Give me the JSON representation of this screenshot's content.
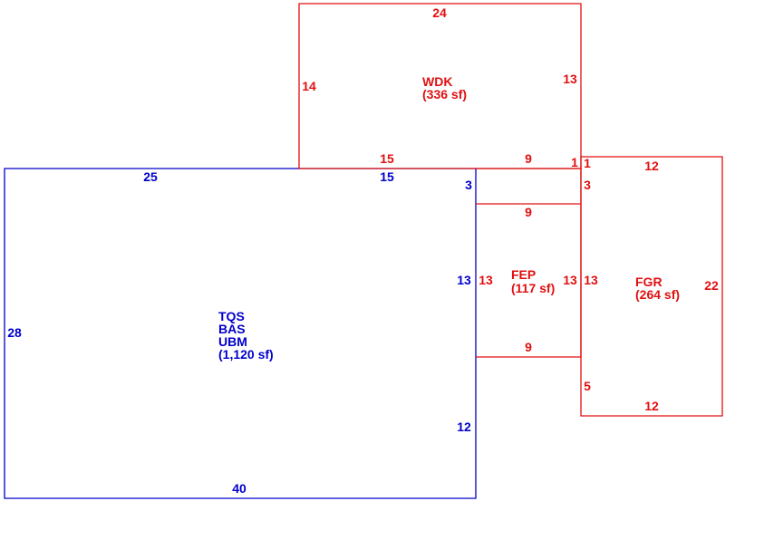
{
  "colors": {
    "blue": "#0000cc",
    "red": "#e01010"
  },
  "areas": {
    "main": {
      "codes": [
        "TQS",
        "BAS",
        "UBM"
      ],
      "area": "(1,120 sf)"
    },
    "wdk": {
      "code": "WDK",
      "area": "(336 sf)"
    },
    "fep": {
      "code": "FEP",
      "area": "(117 sf)"
    },
    "fgr": {
      "code": "FGR",
      "area": "(264 sf)"
    }
  },
  "dimensions": {
    "main": {
      "top_left": "25",
      "top_right": "15",
      "notch": "3",
      "right_upper": "13",
      "right_lower": "12",
      "bottom": "40",
      "left": "28"
    },
    "wdk": {
      "top": "24",
      "left": "14",
      "right": "13",
      "bottom_left": "15",
      "bottom_right": "9",
      "corner": "1"
    },
    "fep": {
      "top": "9",
      "bottom": "9",
      "left": "13",
      "right": "13"
    },
    "fgr": {
      "corner": "1",
      "top": "12",
      "notch": "3",
      "left": "13",
      "right": "22",
      "lower_left": "5",
      "bottom": "12"
    }
  }
}
